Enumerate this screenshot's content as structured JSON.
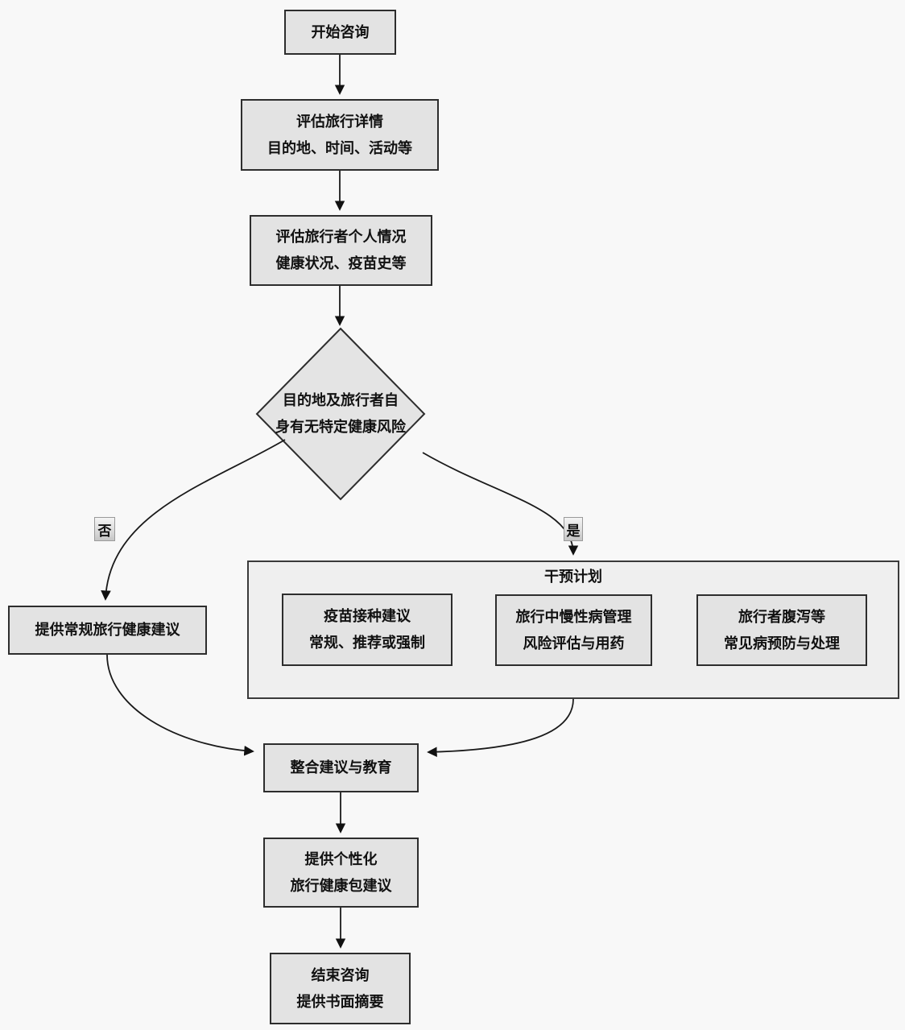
{
  "colors": {
    "background": "#f8f8f8",
    "node_fill": "#e3e3e3",
    "node_border": "#2d2d2d",
    "group_fill": "#efefef",
    "group_border": "#3a3a3a",
    "connector": "#1a1a1a",
    "text": "#111111",
    "chip_border": "#9a9a9a"
  },
  "nodes": {
    "start": {
      "label": "开始咨询"
    },
    "assess_trip": {
      "line1": "评估旅行详情",
      "line2": "目的地、时间、活动等"
    },
    "assess_traveler": {
      "line1": "评估旅行者个人情况",
      "line2": "健康状况、疫苗史等"
    },
    "decision": {
      "line1": "目的地及旅行者自",
      "line2": "身有无特定健康风险"
    },
    "routine_advice": {
      "label": "提供常规旅行健康建议"
    },
    "intervention_plan": {
      "title": "干预计划"
    },
    "vaccination": {
      "line1": "疫苗接种建议",
      "line2": "常规、推荐或强制"
    },
    "chronic_disease": {
      "line1": "旅行中慢性病管理",
      "line2": "风险评估与用药"
    },
    "common_illness": {
      "line1": "旅行者腹泻等",
      "line2": "常见病预防与处理"
    },
    "integrate": {
      "label": "整合建议与教育"
    },
    "personalized": {
      "line1": "提供个性化",
      "line2": "旅行健康包建议"
    },
    "end": {
      "line1": "结束咨询",
      "line2": "提供书面摘要"
    }
  },
  "branches": {
    "no": "否",
    "yes": "是"
  }
}
